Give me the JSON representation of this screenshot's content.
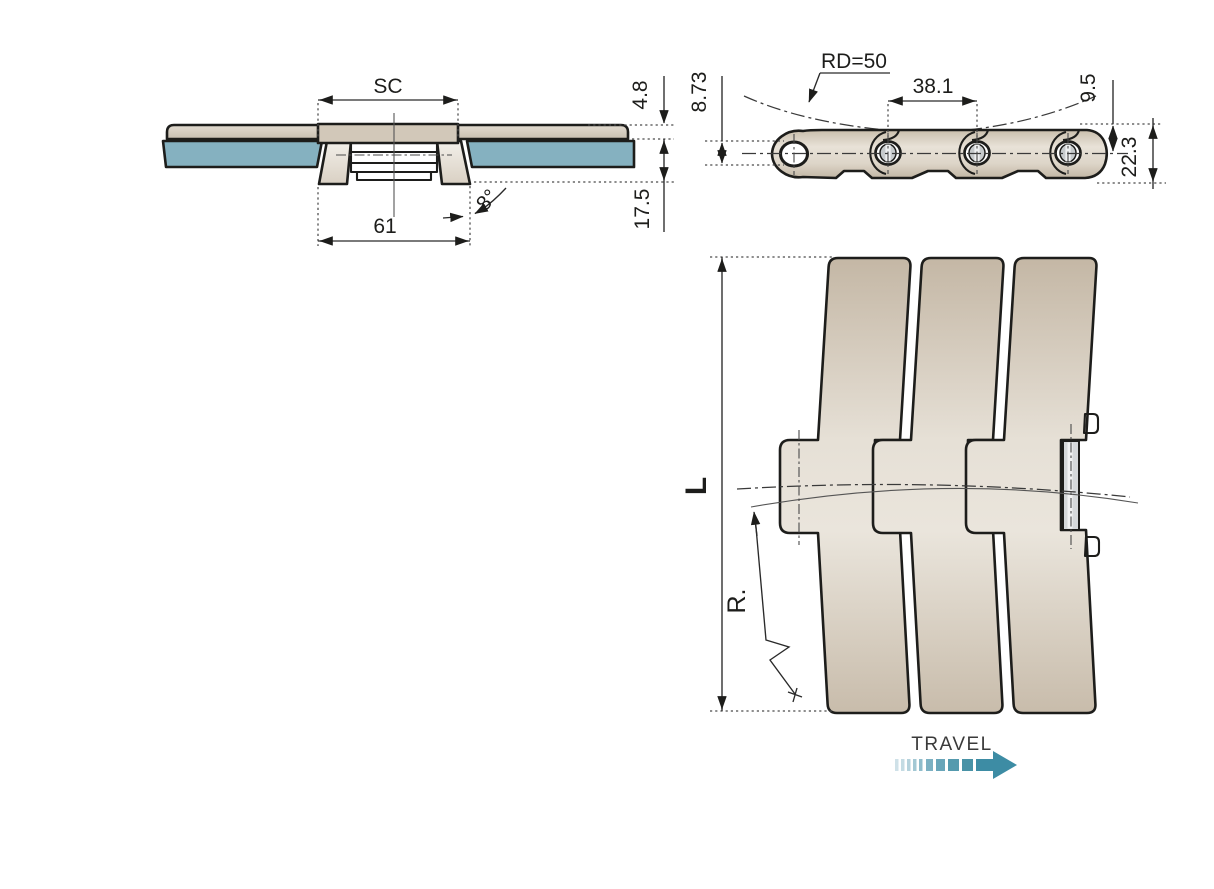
{
  "drawing": {
    "front_view": {
      "label_sc": "SC",
      "label_thickness": "4.8",
      "label_base_width": "61",
      "label_angle": "8°",
      "label_height": "17.5"
    },
    "side_view": {
      "label_radius": "RD=50",
      "label_pitch": "38.1",
      "label_bore": "8.73",
      "label_top_to_center": "9.5",
      "label_total_height": "22.3"
    },
    "top_view": {
      "label_length": "L",
      "label_turn_radius": "R.",
      "label_travel": "TRAVEL"
    },
    "colors": {
      "belt_blue": "#85b1c0",
      "plate_beige": "#d8cdbf",
      "travel_teal": "#3d8ca4",
      "outline": "#1d1d1b"
    }
  }
}
